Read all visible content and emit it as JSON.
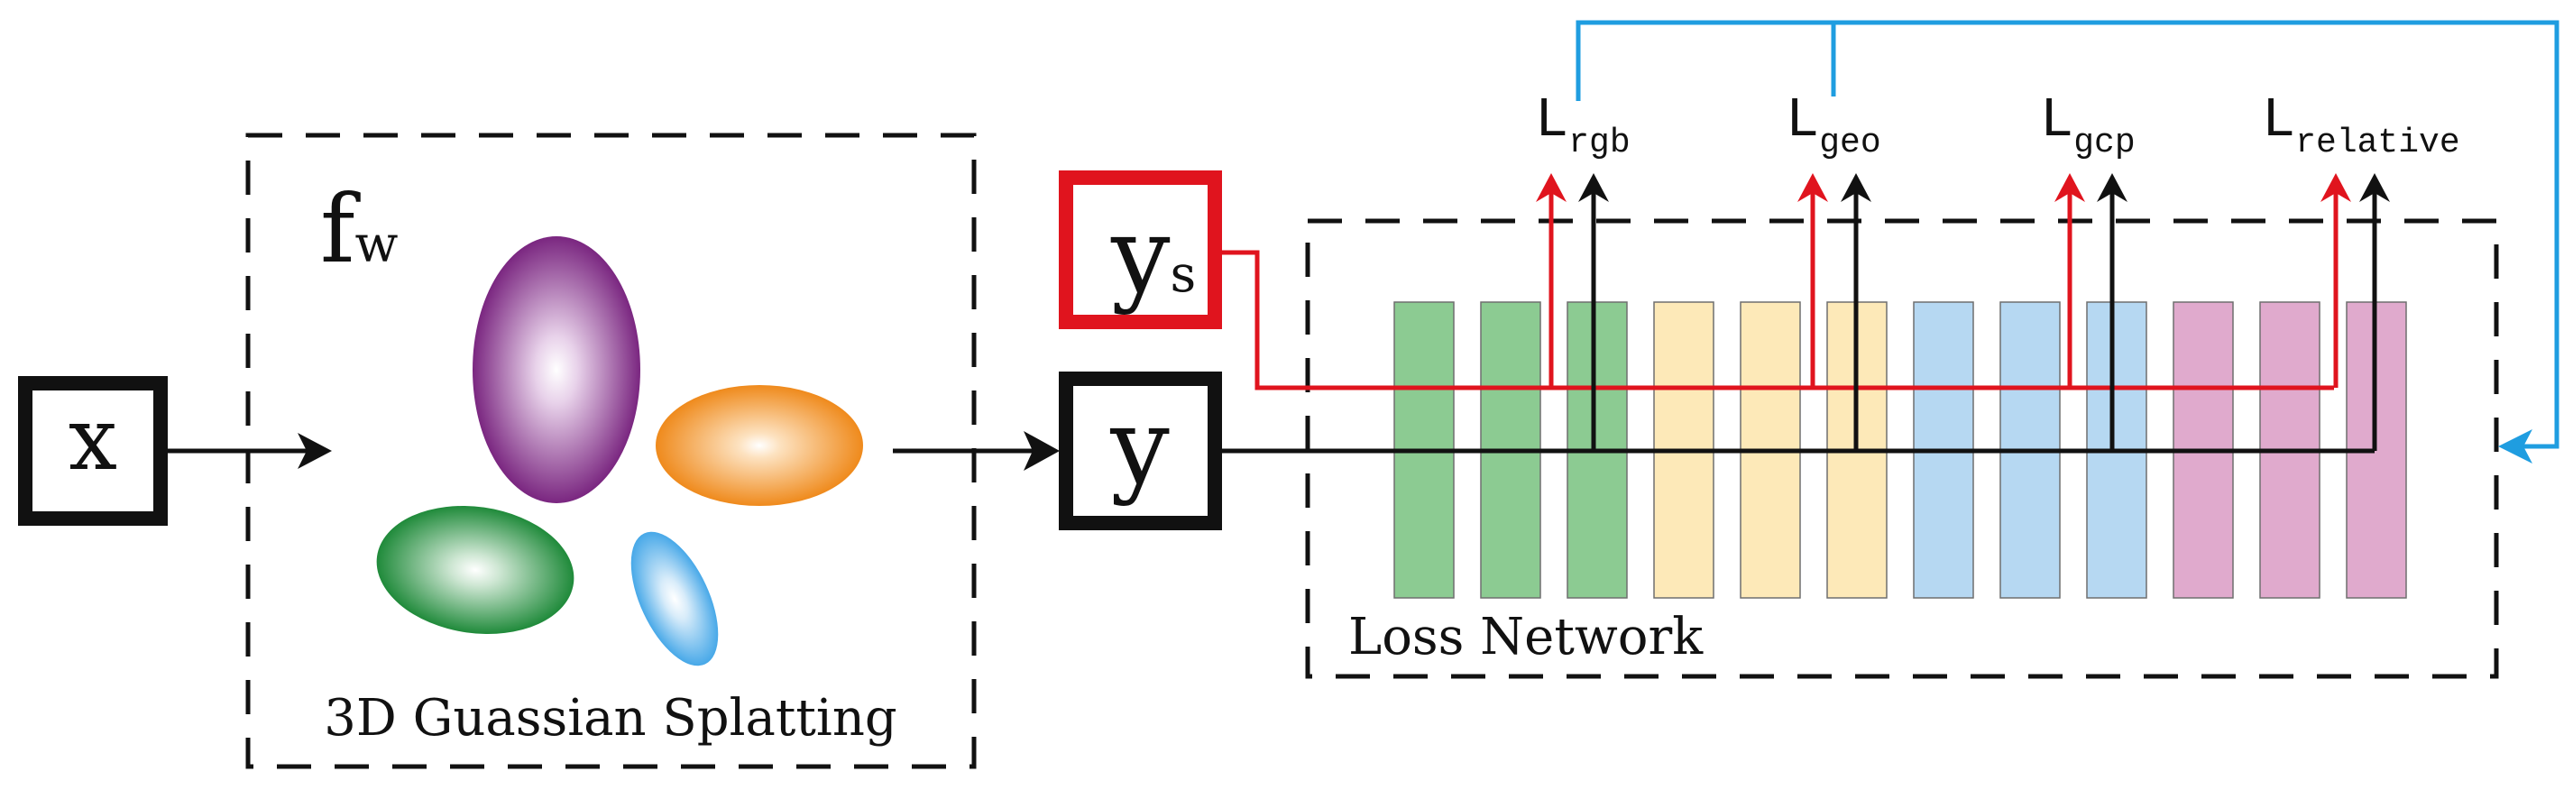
{
  "inputs": {
    "x_label": "x",
    "y_label": "y",
    "ys_label_main": "y",
    "ys_label_sub": "s"
  },
  "gs_block": {
    "func_main": "f",
    "func_sub": "w",
    "caption": "3D Guassian Splatting",
    "colors": {
      "purple": "#7a2680",
      "orange": "#ef8a1c",
      "green": "#1f8a3a",
      "blue": "#47a8e8"
    }
  },
  "loss_network": {
    "label": "Loss Network",
    "layer_colors": [
      "#8ccb92",
      "#fde9b8",
      "#b6d8f2",
      "#e0aacd"
    ]
  },
  "losses": [
    {
      "main": "L",
      "sub": "rgb"
    },
    {
      "main": "L",
      "sub": "geo"
    },
    {
      "main": "L",
      "sub": "gcp"
    },
    {
      "main": "L",
      "sub": "relative"
    }
  ],
  "colors": {
    "style_line": "#e0141e",
    "feedback_line": "#1f9de0",
    "main_line": "#111111"
  }
}
